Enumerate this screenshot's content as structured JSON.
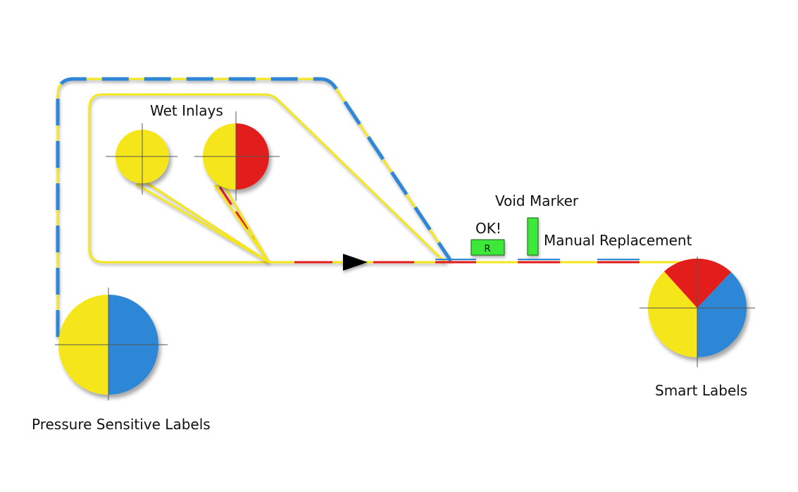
{
  "labels": {
    "wet_inlays": "Wet Inlays",
    "void_marker": "Void Marker",
    "ok": "OK!",
    "manual_replacement": "Manual Replacement",
    "pressure_sensitive": "Pressure Sensitive Labels",
    "smart_labels": "Smart Labels",
    "reject_box": "R"
  },
  "colors": {
    "web_yellow": "#f5e61c",
    "web_blue": "#2f86d6",
    "web_red": "#e31d1d",
    "marker_green": "#3ee83a",
    "arrow": "#000000"
  }
}
